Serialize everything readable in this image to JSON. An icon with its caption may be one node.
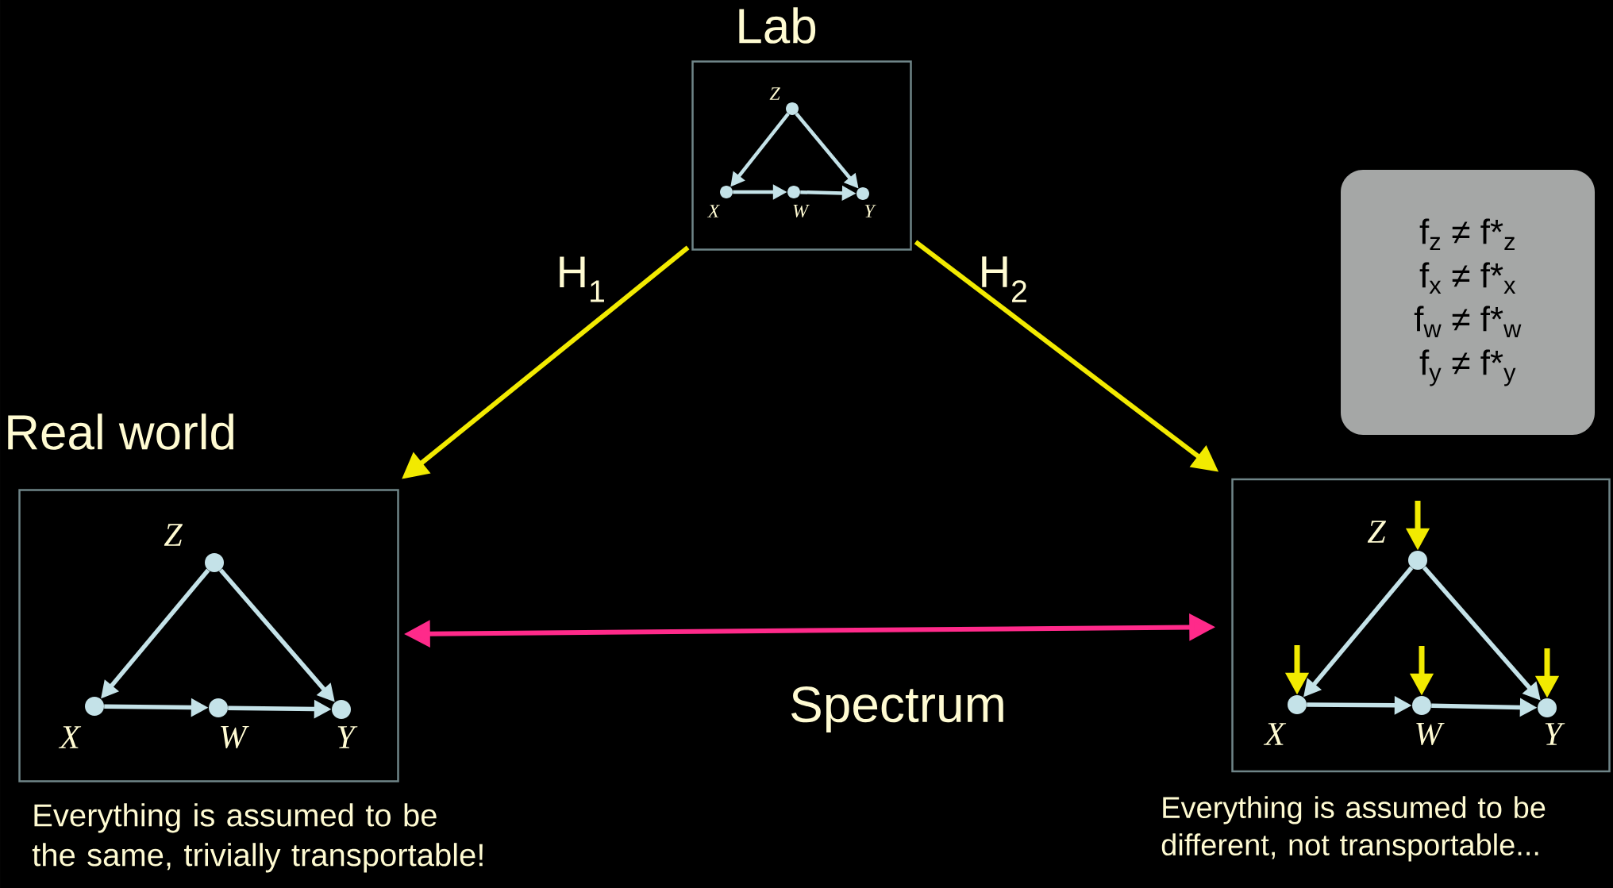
{
  "diagram": {
    "nodes": [
      {
        "text": [
          "Lab"
        ]
      },
      {
        "text": [
          "Z"
        ],
        "in": 0
      },
      {
        "text": [
          "X"
        ],
        "in": 0
      },
      {
        "text": [
          "W"
        ],
        "in": 0
      },
      {
        "text": [
          "Y"
        ],
        "in": 0
      },
      {
        "text": [
          "Real world"
        ],
        "beside": [
          "Everything is assumed to be the same, trivially transportable!"
        ]
      },
      {
        "text": [
          "Z"
        ],
        "in": 5
      },
      {
        "text": [
          "X"
        ],
        "in": 5
      },
      {
        "text": [
          "W"
        ],
        "in": 5
      },
      {
        "text": [
          "Y"
        ],
        "in": 5
      },
      {
        "text": [],
        "shape": "box",
        "beside": [
          "Everything is assumed to be different, not transportable..."
        ]
      },
      {
        "text": [
          "Z"
        ],
        "in": 10
      },
      {
        "text": [
          "X"
        ],
        "in": 10
      },
      {
        "text": [
          "W"
        ],
        "in": 10
      },
      {
        "text": [
          "Y"
        ],
        "in": 10
      },
      {
        "text": [
          "f$_{z}$ ≠ f*$_{z}$",
          "f$_{x}$ ≠ f*$_{x}$",
          "f$_{w}$ ≠ f*$_{w}$",
          "f$_{y}$ ≠ f*$_{y}$"
        ]
      }
    ],
    "edges": [
      {
        "from": 1,
        "to": 2,
        "arrow": "to"
      },
      {
        "from": 2,
        "to": 3,
        "arrow": "to"
      },
      {
        "from": 3,
        "to": 4,
        "arrow": "to"
      },
      {
        "from": 1,
        "to": 4,
        "arrow": "to"
      },
      {
        "from": 6,
        "to": 7,
        "arrow": "to"
      },
      {
        "from": 7,
        "to": 8,
        "arrow": "to"
      },
      {
        "from": 8,
        "to": 9,
        "arrow": "to"
      },
      {
        "from": 6,
        "to": 9,
        "arrow": "to"
      },
      {
        "from": 11,
        "to": 12,
        "arrow": "to"
      },
      {
        "from": 12,
        "to": 13,
        "arrow": "to"
      },
      {
        "from": 13,
        "to": 14,
        "arrow": "to"
      },
      {
        "from": 11,
        "to": 14,
        "arrow": "to"
      },
      {
        "from": 0,
        "to": 5,
        "arrow": "to",
        "label": "H$_{1}$",
        "color": "#f2ea00"
      },
      {
        "from": 0,
        "to": 10,
        "arrow": "to",
        "label": "H$_{2}$",
        "color": "#f2ea00"
      },
      {
        "from": 5,
        "to": 10,
        "arrow": "both",
        "label": "Spectrum",
        "color": "#ff2a8a"
      },
      {
        "from": null,
        "to": 11,
        "arrow": "to",
        "color": "#f2ea00"
      },
      {
        "from": null,
        "to": 12,
        "arrow": "to",
        "color": "#f2ea00"
      },
      {
        "from": null,
        "to": 13,
        "arrow": "to",
        "color": "#f2ea00"
      },
      {
        "from": null,
        "to": 14,
        "arrow": "to",
        "color": "#f2ea00"
      }
    ]
  }
}
